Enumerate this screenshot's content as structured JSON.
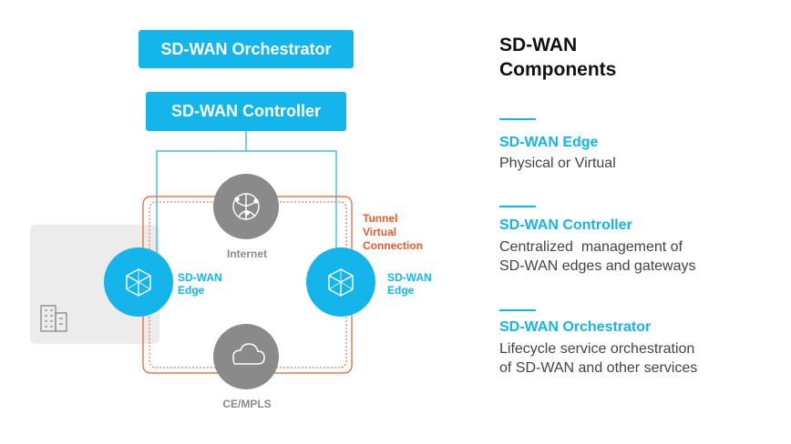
{
  "diagram": {
    "orchestrator_box": "SD-WAN Orchestrator",
    "controller_box": "SD-WAN Controller",
    "internet_label": "Internet",
    "mpls_label": "CE/MPLS",
    "left_edge_label": [
      "SD-WAN",
      "Edge"
    ],
    "right_edge_label": [
      "SD-WAN",
      "Edge"
    ],
    "tunnel_label": [
      "Tunnel",
      "Virtual",
      "Connection"
    ],
    "icons": {
      "internet": "globe-network-icon",
      "mpls": "cloud-icon",
      "edge": "cube-icon",
      "site": "office-building-icon"
    },
    "colors": {
      "accent": "#13b5ea",
      "tunnel": "#f05a28",
      "node": "#8a8a8a",
      "site_bg": "#ececec"
    }
  },
  "legend": {
    "title": [
      "SD-WAN",
      "Components"
    ],
    "sections": [
      {
        "title": "SD-WAN Edge",
        "desc": [
          "Physical or Virtual"
        ]
      },
      {
        "title": "SD-WAN Controller",
        "desc": [
          "Centralized  management of",
          "SD-WAN edges and gateways"
        ]
      },
      {
        "title": "SD-WAN Orchestrator",
        "desc": [
          "Lifecycle service orchestration",
          "of SD-WAN and other services"
        ]
      }
    ]
  }
}
